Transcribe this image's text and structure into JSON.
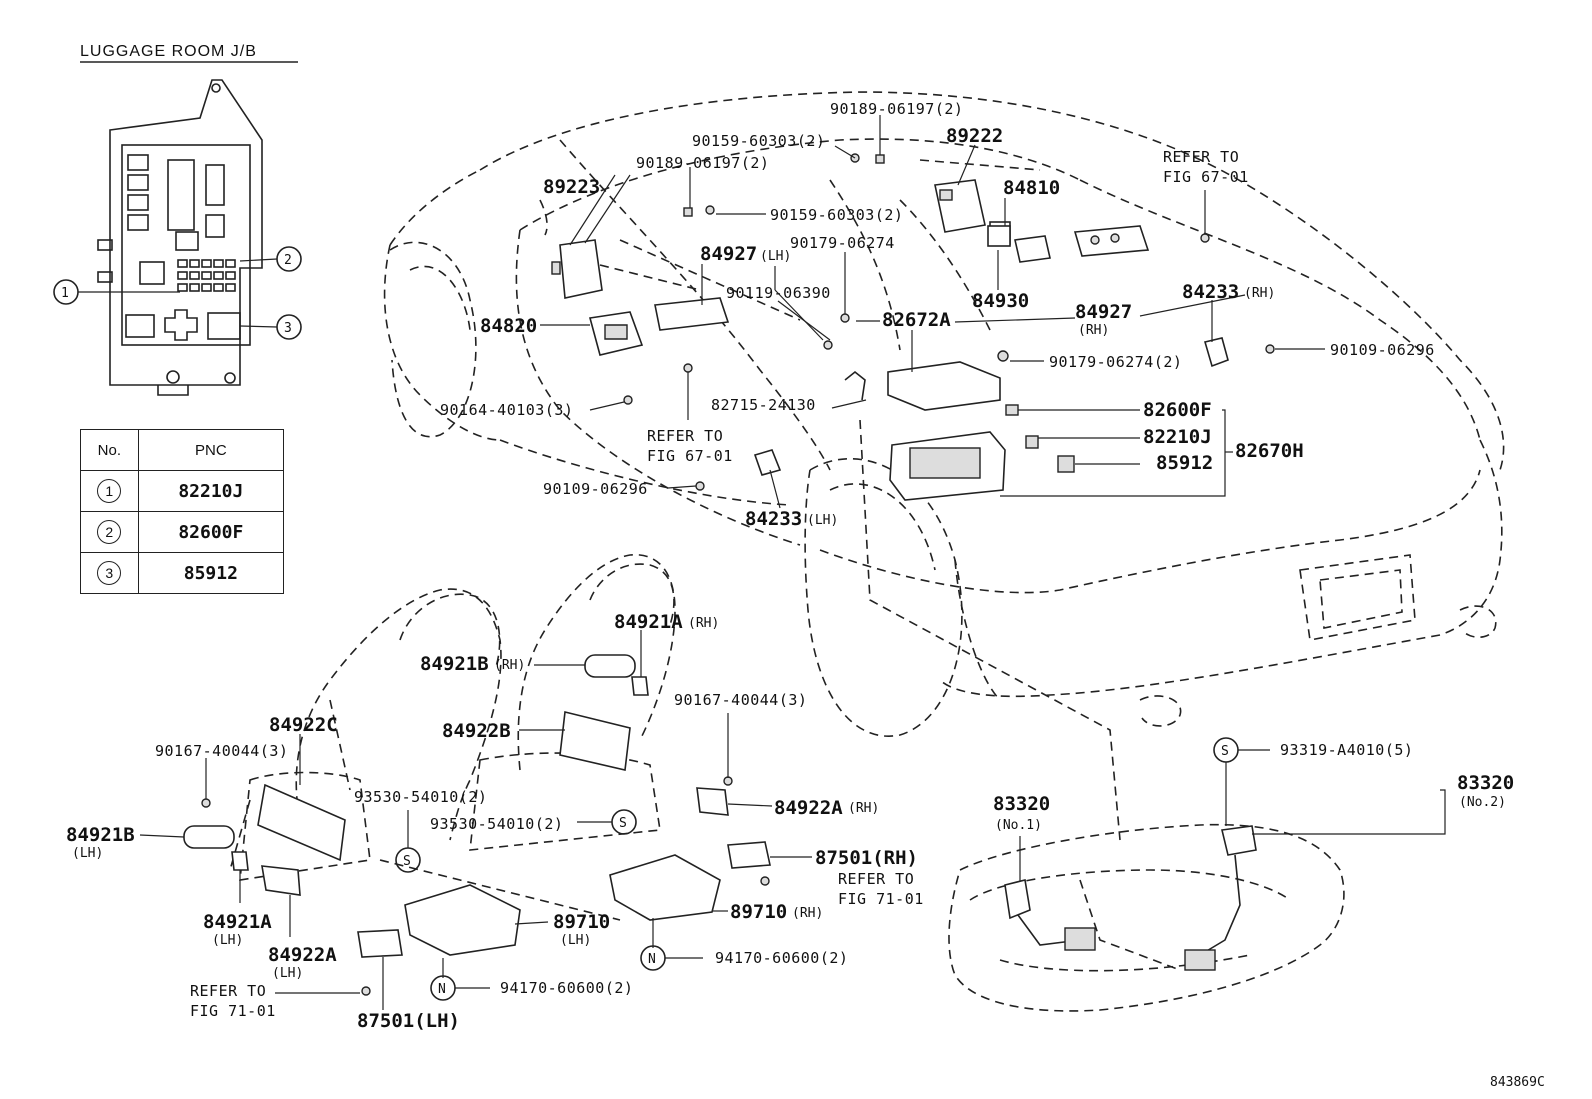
{
  "header": {
    "title": "LUGGAGE ROOM J/B"
  },
  "table": {
    "col_no": "No.",
    "col_pnc": "PNC",
    "rows": [
      {
        "no": "1",
        "pnc": "82210J"
      },
      {
        "no": "2",
        "pnc": "82600F"
      },
      {
        "no": "3",
        "pnc": "85912"
      }
    ]
  },
  "jb_callouts": [
    "1",
    "2",
    "3"
  ],
  "labels": {
    "p90189_06197_2_top": "90189-06197(2)",
    "p90159_60303_2_a": "90159-60303(2)",
    "p89222": "89222",
    "refer_fig67_a_1": "REFER TO",
    "refer_fig67_a_2": "FIG 67-01",
    "p90189_06197_2_b": "90189-06197(2)",
    "p89223": "89223",
    "p84810": "84810",
    "p90159_60303_2_b": "90159-60303(2)",
    "p84927": "84927",
    "p84927_lh_suffix": "(LH)",
    "p90179_06274": "90179-06274",
    "p84930": "84930",
    "p84927_rh": "84927",
    "p84927_rh_suffix": "(RH)",
    "p84233_rh": "84233",
    "p84233_rh_suffix": "(RH)",
    "p90119_06390": "90119-06390",
    "p82672a": "82672A",
    "p84820": "84820",
    "p90179_06274_2": "90179-06274(2)",
    "p90109_06296_a": "90109-06296",
    "p82715_24130": "82715-24130",
    "p90164_40103_3": "90164-40103(3)",
    "p82600f": "82600F",
    "refer_fig67_b_1": "REFER TO",
    "refer_fig67_b_2": "FIG 67-01",
    "p82210j": "82210J",
    "p82670h": "82670H",
    "p85912": "85912",
    "p90109_06296_b": "90109-06296",
    "p84233_lh": "84233",
    "p84233_lh_suffix": "(LH)",
    "p84921a_rh": "84921A",
    "p84921a_rh_suffix": "(RH)",
    "p84921b_rh": "84921B",
    "p84921b_rh_suffix": "(RH)",
    "p90167_40044_3_a": "90167-40044(3)",
    "p84922c": "84922C",
    "p84922b": "84922B",
    "p90167_40044_3_b": "90167-40044(3)",
    "p93530_54010_2_a": "93530-54010(2)",
    "p84922a_rh": "84922A",
    "p84922a_rh_suffix": "(RH)",
    "p84921b_lh": "84921B",
    "p84921b_lh_suffix": "(LH)",
    "p93530_54010_2_b": "93530-54010(2)",
    "s_mark": "S",
    "n_mark": "N",
    "p87501_rh": "87501(RH)",
    "refer_fig71_a_1": "REFER TO",
    "refer_fig71_a_2": "FIG 71-01",
    "p89710": "89710",
    "p89710_lh_suffix": "(LH)",
    "p89710_rh": "89710",
    "p89710_rh_suffix": "(RH)",
    "p84921a_lh": "84921A",
    "p84921a_lh_suffix": "(LH)",
    "p84922a_lh": "84922A",
    "p84922a_lh_suffix": "(LH)",
    "p94170_60600_2_a": "94170-60600(2)",
    "p94170_60600_2_b": "94170-60600(2)",
    "refer_fig71_b_1": "REFER TO",
    "refer_fig71_b_2": "FIG 71-01",
    "p87501_lh": "87501(LH)",
    "p93319_a4010_5": "93319-A4010(5)",
    "p83320_no2": "83320",
    "p83320_no2_suffix": "(No.2)",
    "p83320_no1": "83320",
    "p83320_no1_suffix": "(No.1)",
    "drawing_id": "843869C"
  }
}
